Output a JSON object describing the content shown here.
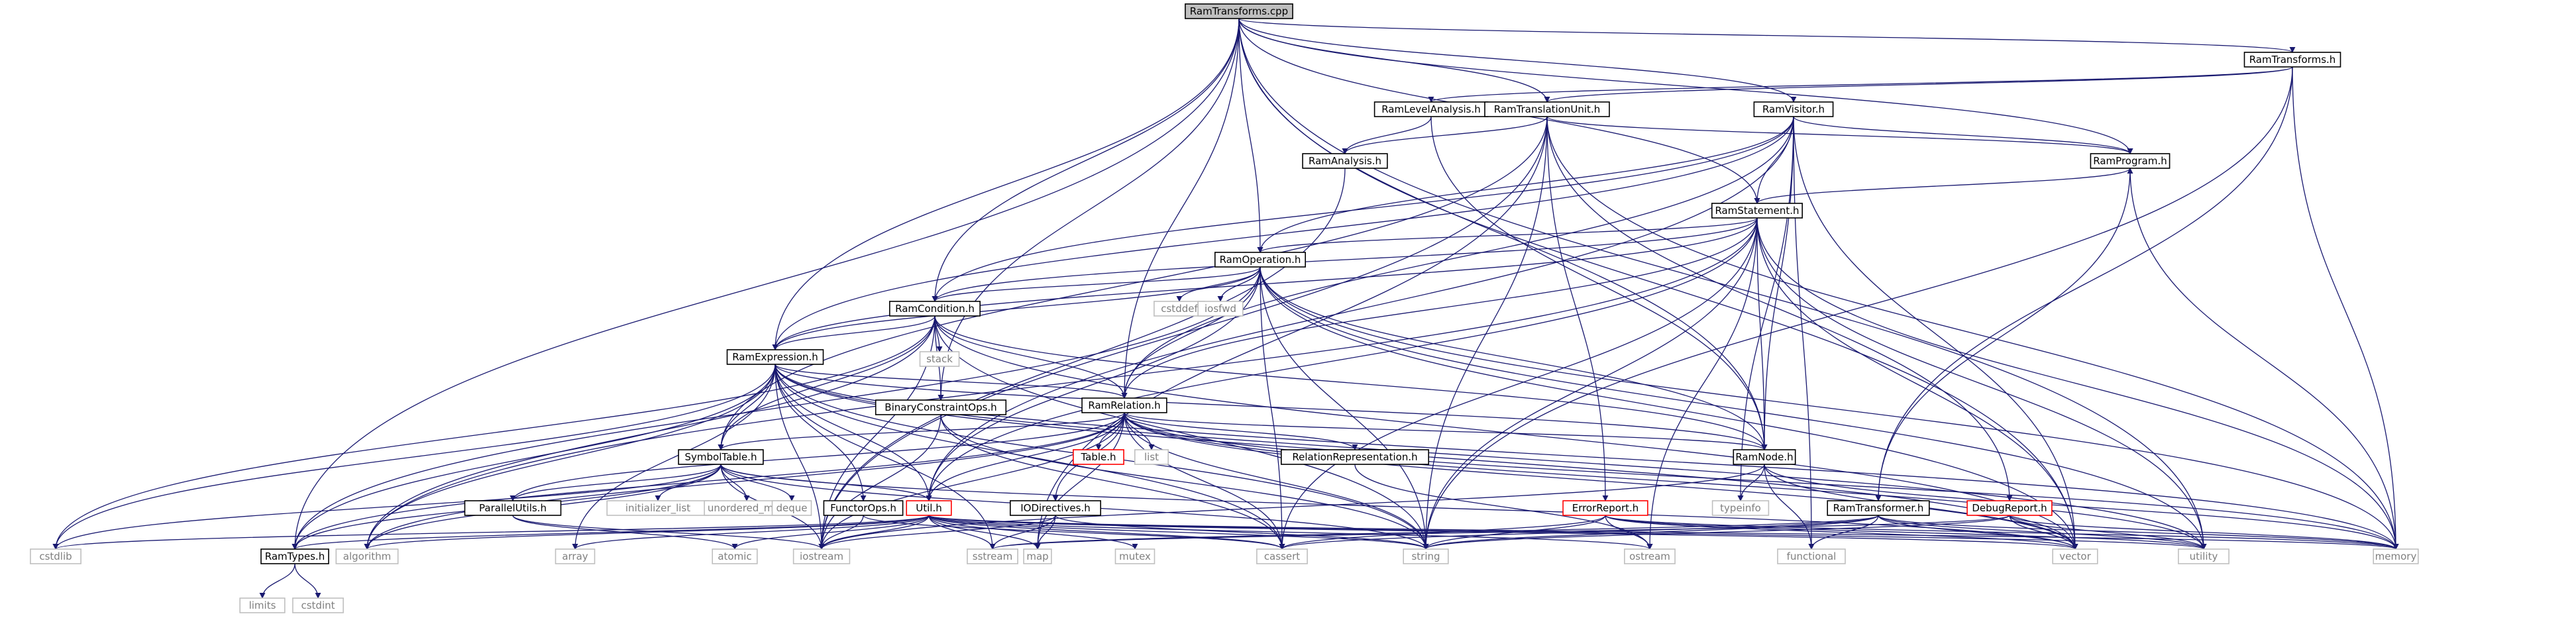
{
  "diagram": {
    "nodes": [
      {
        "id": "RamTransforms.cpp",
        "label": "RamTransforms.cpp",
        "kind": "root"
      },
      {
        "id": "RamTransforms.h",
        "label": "RamTransforms.h",
        "kind": "box"
      },
      {
        "id": "RamLevelAnalysis.h",
        "label": "RamLevelAnalysis.h",
        "kind": "box"
      },
      {
        "id": "RamTranslationUnit.h",
        "label": "RamTranslationUnit.h",
        "kind": "box"
      },
      {
        "id": "RamVisitor.h",
        "label": "RamVisitor.h",
        "kind": "box"
      },
      {
        "id": "RamAnalysis.h",
        "label": "RamAnalysis.h",
        "kind": "box"
      },
      {
        "id": "RamProgram.h",
        "label": "RamProgram.h",
        "kind": "box"
      },
      {
        "id": "RamStatement.h",
        "label": "RamStatement.h",
        "kind": "box"
      },
      {
        "id": "RamOperation.h",
        "label": "RamOperation.h",
        "kind": "box"
      },
      {
        "id": "cstddef",
        "label": "cstddef",
        "kind": "sys"
      },
      {
        "id": "iosfwd",
        "label": "iosfwd",
        "kind": "sys"
      },
      {
        "id": "RamCondition.h",
        "label": "RamCondition.h",
        "kind": "box"
      },
      {
        "id": "stack",
        "label": "stack",
        "kind": "sys"
      },
      {
        "id": "RamExpression.h",
        "label": "RamExpression.h",
        "kind": "box"
      },
      {
        "id": "BinaryConstraintOps.h",
        "label": "BinaryConstraintOps.h",
        "kind": "box"
      },
      {
        "id": "RamRelation.h",
        "label": "RamRelation.h",
        "kind": "box"
      },
      {
        "id": "Table.h",
        "label": "Table.h",
        "kind": "missing"
      },
      {
        "id": "list",
        "label": "list",
        "kind": "sys"
      },
      {
        "id": "RelationRepresentation.h",
        "label": "RelationRepresentation.h",
        "kind": "box"
      },
      {
        "id": "RamNode.h",
        "label": "RamNode.h",
        "kind": "box"
      },
      {
        "id": "typeinfo",
        "label": "typeinfo",
        "kind": "sys"
      },
      {
        "id": "SymbolTable.h",
        "label": "SymbolTable.h",
        "kind": "box"
      },
      {
        "id": "ParallelUtils.h",
        "label": "ParallelUtils.h",
        "kind": "box"
      },
      {
        "id": "initializer_list",
        "label": "initializer_list",
        "kind": "sys"
      },
      {
        "id": "unordered_map",
        "label": "unordered_map",
        "kind": "sys"
      },
      {
        "id": "deque",
        "label": "deque",
        "kind": "sys"
      },
      {
        "id": "FunctorOps.h",
        "label": "FunctorOps.h",
        "kind": "box"
      },
      {
        "id": "Util.h",
        "label": "Util.h",
        "kind": "missing"
      },
      {
        "id": "IODirectives.h",
        "label": "IODirectives.h",
        "kind": "box"
      },
      {
        "id": "ErrorReport.h",
        "label": "ErrorReport.h",
        "kind": "missing"
      },
      {
        "id": "RamTransformer.h",
        "label": "RamTransformer.h",
        "kind": "box"
      },
      {
        "id": "DebugReport.h",
        "label": "DebugReport.h",
        "kind": "missing"
      },
      {
        "id": "cstdlib",
        "label": "cstdlib",
        "kind": "sys"
      },
      {
        "id": "RamTypes.h",
        "label": "RamTypes.h",
        "kind": "box"
      },
      {
        "id": "algorithm",
        "label": "algorithm",
        "kind": "sys"
      },
      {
        "id": "array",
        "label": "array",
        "kind": "sys"
      },
      {
        "id": "atomic",
        "label": "atomic",
        "kind": "sys"
      },
      {
        "id": "iostream",
        "label": "iostream",
        "kind": "sys"
      },
      {
        "id": "sstream",
        "label": "sstream",
        "kind": "sys"
      },
      {
        "id": "map",
        "label": "map",
        "kind": "sys"
      },
      {
        "id": "mutex",
        "label": "mutex",
        "kind": "sys"
      },
      {
        "id": "cassert",
        "label": "cassert",
        "kind": "sys"
      },
      {
        "id": "string",
        "label": "string",
        "kind": "sys"
      },
      {
        "id": "ostream",
        "label": "ostream",
        "kind": "sys"
      },
      {
        "id": "functional",
        "label": "functional",
        "kind": "sys"
      },
      {
        "id": "vector",
        "label": "vector",
        "kind": "sys"
      },
      {
        "id": "utility",
        "label": "utility",
        "kind": "sys"
      },
      {
        "id": "memory",
        "label": "memory",
        "kind": "sys"
      },
      {
        "id": "limits",
        "label": "limits",
        "kind": "sys"
      },
      {
        "id": "cstdint",
        "label": "cstdint",
        "kind": "sys"
      }
    ],
    "edges": [
      [
        "RamTransforms.cpp",
        "RamTransforms.h"
      ],
      [
        "RamTransforms.cpp",
        "RamTranslationUnit.h"
      ],
      [
        "RamTransforms.cpp",
        "RamVisitor.h"
      ],
      [
        "RamTransforms.cpp",
        "RamProgram.h"
      ],
      [
        "RamTransforms.cpp",
        "RamStatement.h"
      ],
      [
        "RamTransforms.cpp",
        "RamOperation.h"
      ],
      [
        "RamTransforms.cpp",
        "RamCondition.h"
      ],
      [
        "RamTransforms.cpp",
        "RamExpression.h"
      ],
      [
        "RamTransforms.cpp",
        "BinaryConstraintOps.h"
      ],
      [
        "RamTransforms.cpp",
        "RamRelation.h"
      ],
      [
        "RamTransforms.cpp",
        "RamNode.h"
      ],
      [
        "RamTransforms.cpp",
        "RamTypes.h"
      ],
      [
        "RamTransforms.cpp",
        "vector"
      ],
      [
        "RamTransforms.cpp",
        "utility"
      ],
      [
        "RamTransforms.h",
        "RamLevelAnalysis.h"
      ],
      [
        "RamTransforms.h",
        "RamTranslationUnit.h"
      ],
      [
        "RamTransforms.h",
        "RamTransformer.h"
      ],
      [
        "RamTransforms.h",
        "memory"
      ],
      [
        "RamTransforms.h",
        "string"
      ],
      [
        "RamLevelAnalysis.h",
        "RamAnalysis.h"
      ],
      [
        "RamLevelAnalysis.h",
        "RamNode.h"
      ],
      [
        "RamTranslationUnit.h",
        "RamAnalysis.h"
      ],
      [
        "RamTranslationUnit.h",
        "RamProgram.h"
      ],
      [
        "RamTranslationUnit.h",
        "SymbolTable.h"
      ],
      [
        "RamTranslationUnit.h",
        "ErrorReport.h"
      ],
      [
        "RamTranslationUnit.h",
        "DebugReport.h"
      ],
      [
        "RamTranslationUnit.h",
        "map"
      ],
      [
        "RamTranslationUnit.h",
        "memory"
      ],
      [
        "RamTranslationUnit.h",
        "string"
      ],
      [
        "RamTranslationUnit.h",
        "iostream"
      ],
      [
        "RamVisitor.h",
        "RamProgram.h"
      ],
      [
        "RamVisitor.h",
        "RamStatement.h"
      ],
      [
        "RamVisitor.h",
        "RamOperation.h"
      ],
      [
        "RamVisitor.h",
        "RamCondition.h"
      ],
      [
        "RamVisitor.h",
        "RamExpression.h"
      ],
      [
        "RamVisitor.h",
        "RamRelation.h"
      ],
      [
        "RamVisitor.h",
        "RamNode.h"
      ],
      [
        "RamVisitor.h",
        "typeinfo"
      ],
      [
        "RamVisitor.h",
        "functional"
      ],
      [
        "RamVisitor.h",
        "vector"
      ],
      [
        "RamVisitor.h",
        "Util.h"
      ],
      [
        "RamAnalysis.h",
        "iostream"
      ],
      [
        "RamProgram.h",
        "RamStatement.h"
      ],
      [
        "RamProgram.h",
        "memory"
      ],
      [
        "RamStatement.h",
        "RamOperation.h"
      ],
      [
        "RamStatement.h",
        "RamCondition.h"
      ],
      [
        "RamStatement.h",
        "RamExpression.h"
      ],
      [
        "RamStatement.h",
        "RamRelation.h"
      ],
      [
        "RamStatement.h",
        "RamNode.h"
      ],
      [
        "RamStatement.h",
        "Util.h"
      ],
      [
        "RamStatement.h",
        "string"
      ],
      [
        "RamStatement.h",
        "vector"
      ],
      [
        "RamStatement.h",
        "memory"
      ],
      [
        "RamStatement.h",
        "utility"
      ],
      [
        "RamStatement.h",
        "ostream"
      ],
      [
        "RamStatement.h",
        "algorithm"
      ],
      [
        "RamStatement.h",
        "cassert"
      ],
      [
        "RamOperation.h",
        "RamCondition.h"
      ],
      [
        "RamOperation.h",
        "RamExpression.h"
      ],
      [
        "RamOperation.h",
        "RamRelation.h"
      ],
      [
        "RamOperation.h",
        "RamNode.h"
      ],
      [
        "RamOperation.h",
        "Util.h"
      ],
      [
        "RamOperation.h",
        "cstddef"
      ],
      [
        "RamOperation.h",
        "iosfwd"
      ],
      [
        "RamOperation.h",
        "cassert"
      ],
      [
        "RamOperation.h",
        "string"
      ],
      [
        "RamOperation.h",
        "vector"
      ],
      [
        "RamOperation.h",
        "memory"
      ],
      [
        "RamOperation.h",
        "utility"
      ],
      [
        "RamOperation.h",
        "RamTypes.h"
      ],
      [
        "RamCondition.h",
        "RamExpression.h"
      ],
      [
        "RamCondition.h",
        "BinaryConstraintOps.h"
      ],
      [
        "RamCondition.h",
        "RamRelation.h"
      ],
      [
        "RamCondition.h",
        "RamNode.h"
      ],
      [
        "RamCondition.h",
        "SymbolTable.h"
      ],
      [
        "RamCondition.h",
        "stack"
      ],
      [
        "RamCondition.h",
        "cstdlib"
      ],
      [
        "RamCondition.h",
        "algorithm"
      ],
      [
        "RamCondition.h",
        "string"
      ],
      [
        "RamCondition.h",
        "vector"
      ],
      [
        "RamCondition.h",
        "iostream"
      ],
      [
        "RamExpression.h",
        "RamRelation.h"
      ],
      [
        "RamExpression.h",
        "RamNode.h"
      ],
      [
        "RamExpression.h",
        "SymbolTable.h"
      ],
      [
        "RamExpression.h",
        "FunctorOps.h"
      ],
      [
        "RamExpression.h",
        "Util.h"
      ],
      [
        "RamExpression.h",
        "RamTypes.h"
      ],
      [
        "RamExpression.h",
        "cstdlib"
      ],
      [
        "RamExpression.h",
        "algorithm"
      ],
      [
        "RamExpression.h",
        "array"
      ],
      [
        "RamExpression.h",
        "iostream"
      ],
      [
        "RamExpression.h",
        "sstream"
      ],
      [
        "RamExpression.h",
        "string"
      ],
      [
        "RamExpression.h",
        "vector"
      ],
      [
        "RamExpression.h",
        "utility"
      ],
      [
        "RamExpression.h",
        "memory"
      ],
      [
        "RamExpression.h",
        "cassert"
      ],
      [
        "BinaryConstraintOps.h",
        "cassert"
      ],
      [
        "BinaryConstraintOps.h",
        "iostream"
      ],
      [
        "BinaryConstraintOps.h",
        "string"
      ],
      [
        "RamRelation.h",
        "RamNode.h"
      ],
      [
        "RamRelation.h",
        "RelationRepresentation.h"
      ],
      [
        "RamRelation.h",
        "SymbolTable.h"
      ],
      [
        "RamRelation.h",
        "Table.h"
      ],
      [
        "RamRelation.h",
        "list"
      ],
      [
        "RamRelation.h",
        "Util.h"
      ],
      [
        "RamRelation.h",
        "IODirectives.h"
      ],
      [
        "RamRelation.h",
        "RamTypes.h"
      ],
      [
        "RamRelation.h",
        "ParallelUtils.h"
      ],
      [
        "RamRelation.h",
        "map"
      ],
      [
        "RamRelation.h",
        "cassert"
      ],
      [
        "RamRelation.h",
        "string"
      ],
      [
        "RamRelation.h",
        "vector"
      ],
      [
        "RamRelation.h",
        "utility"
      ],
      [
        "RamRelation.h",
        "memory"
      ],
      [
        "RamRelation.h",
        "algorithm"
      ],
      [
        "RamRelation.h",
        "iostream"
      ],
      [
        "RelationRepresentation.h",
        "ostream"
      ],
      [
        "RamNode.h",
        "typeinfo"
      ],
      [
        "RamNode.h",
        "vector"
      ],
      [
        "RamNode.h",
        "iostream"
      ],
      [
        "RamNode.h",
        "functional"
      ],
      [
        "RamNode.h",
        "memory"
      ],
      [
        "SymbolTable.h",
        "ParallelUtils.h"
      ],
      [
        "SymbolTable.h",
        "RamTypes.h"
      ],
      [
        "SymbolTable.h",
        "Util.h"
      ],
      [
        "SymbolTable.h",
        "initializer_list"
      ],
      [
        "SymbolTable.h",
        "unordered_map"
      ],
      [
        "SymbolTable.h",
        "deque"
      ],
      [
        "SymbolTable.h",
        "algorithm"
      ],
      [
        "SymbolTable.h",
        "iostream"
      ],
      [
        "SymbolTable.h",
        "string"
      ],
      [
        "SymbolTable.h",
        "vector"
      ],
      [
        "SymbolTable.h",
        "cstdlib"
      ],
      [
        "ParallelUtils.h",
        "atomic"
      ],
      [
        "ParallelUtils.h",
        "iostream"
      ],
      [
        "FunctorOps.h",
        "cassert"
      ],
      [
        "FunctorOps.h",
        "iostream"
      ],
      [
        "Util.h",
        "RamTypes.h"
      ],
      [
        "Util.h",
        "cstdlib"
      ],
      [
        "Util.h",
        "algorithm"
      ],
      [
        "Util.h",
        "array"
      ],
      [
        "Util.h",
        "atomic"
      ],
      [
        "Util.h",
        "iostream"
      ],
      [
        "Util.h",
        "sstream"
      ],
      [
        "Util.h",
        "map"
      ],
      [
        "Util.h",
        "mutex"
      ],
      [
        "Util.h",
        "cassert"
      ],
      [
        "Util.h",
        "string"
      ],
      [
        "Util.h",
        "ostream"
      ],
      [
        "Util.h",
        "vector"
      ],
      [
        "Util.h",
        "utility"
      ],
      [
        "Util.h",
        "memory"
      ],
      [
        "IODirectives.h",
        "map"
      ],
      [
        "IODirectives.h",
        "iostream"
      ],
      [
        "IODirectives.h",
        "sstream"
      ],
      [
        "IODirectives.h",
        "string"
      ],
      [
        "ErrorReport.h",
        "cassert"
      ],
      [
        "ErrorReport.h",
        "string"
      ],
      [
        "ErrorReport.h",
        "ostream"
      ],
      [
        "ErrorReport.h",
        "vector"
      ],
      [
        "ErrorReport.h",
        "memory"
      ],
      [
        "ErrorReport.h",
        "utility"
      ],
      [
        "RamTransformer.h",
        "RamProgram.h"
      ],
      [
        "RamTransformer.h",
        "string"
      ],
      [
        "RamTransformer.h",
        "functional"
      ],
      [
        "RamTransformer.h",
        "vector"
      ],
      [
        "RamTransformer.h",
        "memory"
      ],
      [
        "RamTransformer.h",
        "utility"
      ],
      [
        "RamTransformer.h",
        "sstream"
      ],
      [
        "RamTransformer.h",
        "cassert"
      ],
      [
        "DebugReport.h",
        "sstream"
      ],
      [
        "DebugReport.h",
        "string"
      ],
      [
        "DebugReport.h",
        "vector"
      ],
      [
        "DebugReport.h",
        "memory"
      ],
      [
        "DebugReport.h",
        "utility"
      ],
      [
        "RamTypes.h",
        "limits"
      ],
      [
        "RamTypes.h",
        "cstdint"
      ]
    ]
  }
}
